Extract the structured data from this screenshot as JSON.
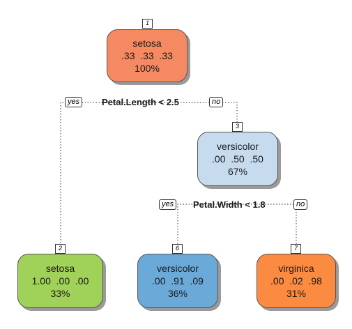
{
  "tree": {
    "nodes": [
      {
        "id": "1",
        "label": "setosa",
        "probs": ".33  .33  .33",
        "percent": "100%",
        "color": "#f58a62"
      },
      {
        "id": "2",
        "label": "setosa",
        "probs": "1.00  .00  .00",
        "percent": "33%",
        "color": "#a0d158"
      },
      {
        "id": "3",
        "label": "versicolor",
        "probs": ".00  .50  .50",
        "percent": "67%",
        "color": "#c7dbef"
      },
      {
        "id": "6",
        "label": "versicolor",
        "probs": ".00  .91  .09",
        "percent": "36%",
        "color": "#6aa9d8"
      },
      {
        "id": "7",
        "label": "virginica",
        "probs": ".00  .02  .98",
        "percent": "31%",
        "color": "#fa8b40"
      }
    ],
    "splits": [
      {
        "condition": "Petal.Length < 2.5",
        "yes": "yes",
        "no": "no"
      },
      {
        "condition": "Petal.Width < 1.8",
        "yes": "yes",
        "no": "no"
      }
    ]
  }
}
